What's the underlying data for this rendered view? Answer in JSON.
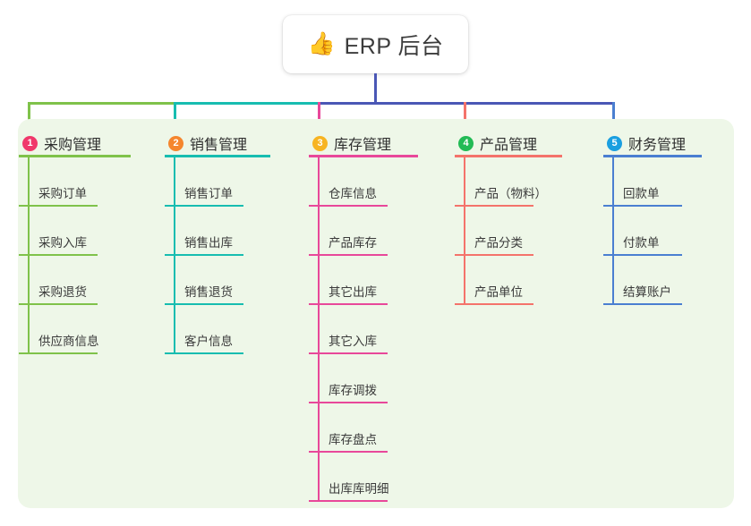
{
  "root": {
    "emoji": "👍",
    "emoji_name": "thumbs-up-emoji",
    "label": "ERP 后台"
  },
  "colors": {
    "panel_background": "#eef7e8",
    "page_background": "#ffffff",
    "root_stem": "#4a57b5",
    "trunk_left": "#7fc24a",
    "trunk_mid_left": "#17bdb0",
    "trunk_right": "#4a57b5",
    "text": "#3a3a3a"
  },
  "columns": [
    {
      "number": "1",
      "title": "采购管理",
      "badge_color": "#f0386b",
      "line_color": "#7fc24a",
      "items": [
        {
          "label": "采购订单"
        },
        {
          "label": "采购入库"
        },
        {
          "label": "采购退货"
        },
        {
          "label": "供应商信息"
        }
      ]
    },
    {
      "number": "2",
      "title": "销售管理",
      "badge_color": "#f5862e",
      "line_color": "#17bdb0",
      "items": [
        {
          "label": "销售订单"
        },
        {
          "label": "销售出库"
        },
        {
          "label": "销售退货"
        },
        {
          "label": "客户信息"
        }
      ]
    },
    {
      "number": "3",
      "title": "库存管理",
      "badge_color": "#f7b422",
      "line_color": "#e8489a",
      "items": [
        {
          "label": "仓库信息"
        },
        {
          "label": "产品库存"
        },
        {
          "label": "其它出库"
        },
        {
          "label": "其它入库"
        },
        {
          "label": "库存调拨"
        },
        {
          "label": "库存盘点"
        },
        {
          "label": "出库库明细"
        }
      ]
    },
    {
      "number": "4",
      "title": "产品管理",
      "badge_color": "#22bb55",
      "line_color": "#f4736b",
      "items": [
        {
          "label": "产品（物料）"
        },
        {
          "label": "产品分类"
        },
        {
          "label": "产品单位"
        }
      ]
    },
    {
      "number": "5",
      "title": "财务管理",
      "badge_color": "#1a9fe0",
      "line_color": "#4a7fd1",
      "items": [
        {
          "label": "回款单"
        },
        {
          "label": "付款单"
        },
        {
          "label": "结算账户"
        }
      ]
    }
  ]
}
